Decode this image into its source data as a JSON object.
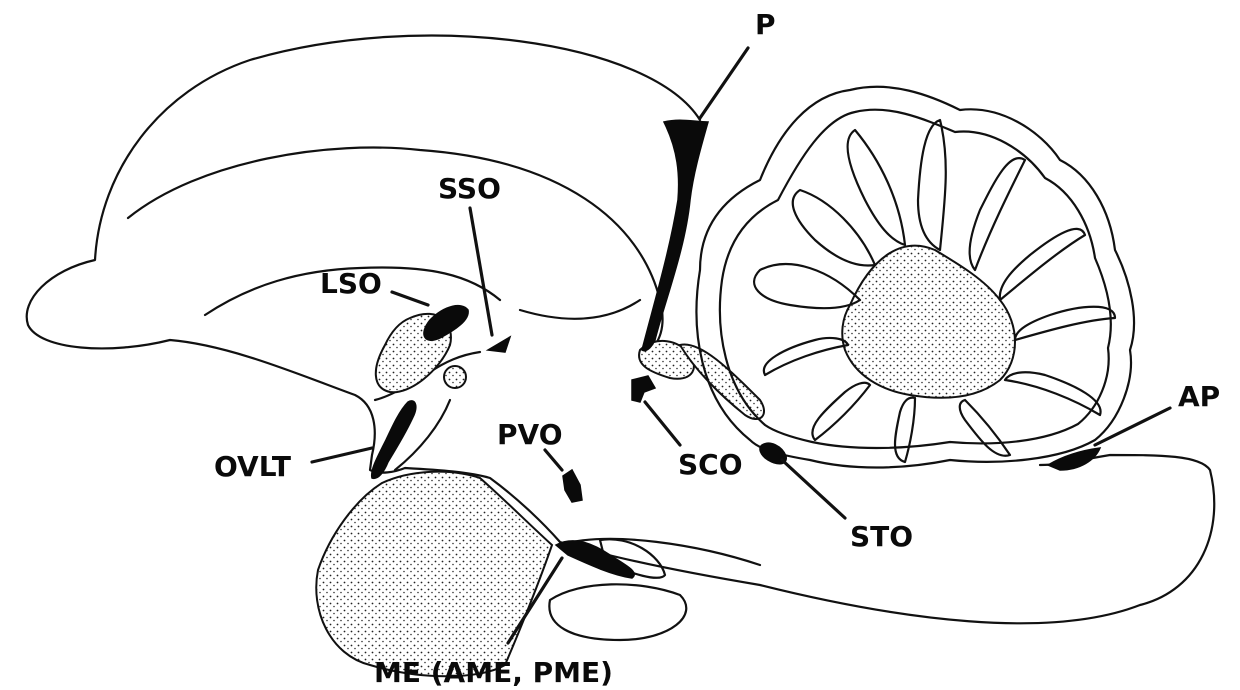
{
  "labels": {
    "p": "P",
    "sso": "SSO",
    "lso": "LSO",
    "pvo": "PVO",
    "ovlt": "OVLT",
    "sco": "SCO",
    "sto": "STO",
    "ap": "AP",
    "me": "ME (AME, PME)"
  },
  "colors": {
    "line": "#111111",
    "organ_fill": "#0a0a0a",
    "background": "#ffffff"
  }
}
